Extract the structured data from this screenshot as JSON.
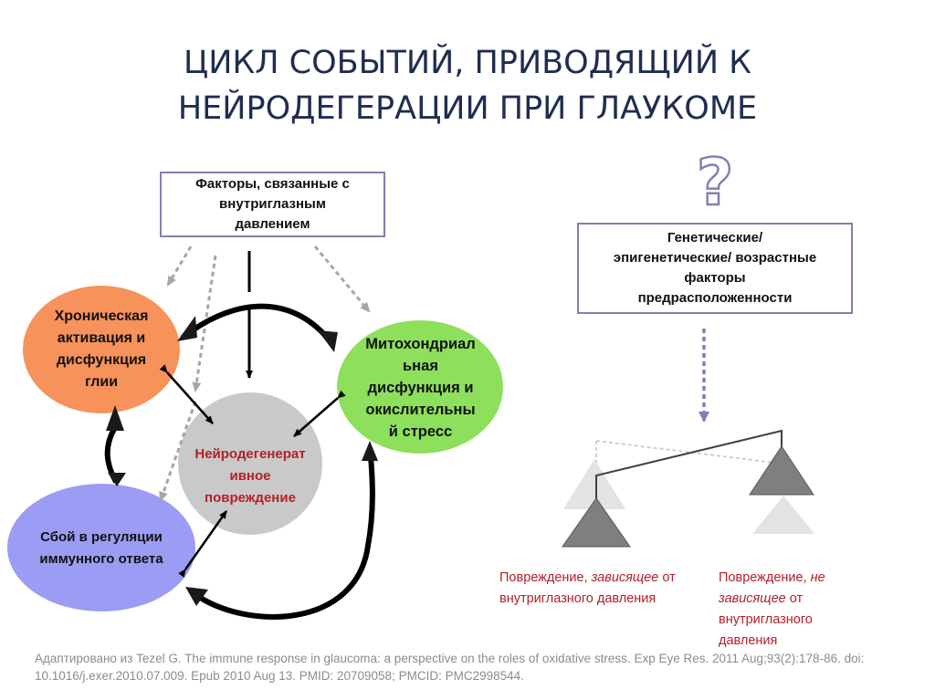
{
  "slide": {
    "title_line1": "ЦИКЛ СОБЫТИЙ, ПРИВОДЯЩИЙ К",
    "title_line2": "НЕЙРОДЕГЕРАЦИИ ПРИ ГЛАУКОМЕ"
  },
  "boxes": {
    "iop_factors": [
      "Факторы, связанные с",
      "внутриглазным",
      "давлением"
    ],
    "genetic_factors": [
      "Генетические/",
      "эпигенетические/ возрастные",
      "факторы",
      "предрасположенности"
    ]
  },
  "nodes": {
    "glia": [
      "Хроническая",
      "активация и",
      "дисфункция",
      "глии"
    ],
    "mito": [
      "Митохондриал",
      "ьная",
      "дисфункция и",
      "окислительны",
      "й стресс"
    ],
    "neuro": [
      "Нейродегенерат",
      "ивное",
      "повреждение"
    ],
    "immune": [
      "Сбой в регуляции",
      "иммунного ответа"
    ]
  },
  "symbols": {
    "question": "?"
  },
  "captions": {
    "left": {
      "part1": "Повреждение, ",
      "italic": "зависящее",
      "part2": " от внутриглазного давления"
    },
    "right": {
      "part1": "Повреждение, ",
      "italic": "не зависящее",
      "part2": " от внутриглазного давления"
    }
  },
  "source": "Адаптировано из Tezel G. The immune response in glaucoma: a perspective on the roles of oxidative stress. Exp Eye Res. 2011 Aug;93(2):178-86. doi: 10.1016/j.exer.2010.07.009. Epub 2010 Aug 13. PMID: 20709058; PMCID: PMC2998544.",
  "colors": {
    "title": "#1f2d4f",
    "glia": "#f6925a",
    "mito": "#8ee05c",
    "neuro": "#c9c9c9",
    "immune": "#9b9cf3",
    "box_border": "#8b7bb0",
    "red_text": "#b3202a",
    "dashed_gray": "#a6a6a6",
    "dashed_purple": "#8a7cb5",
    "triangle_dark": "#7f7f7f",
    "triangle_light": "#e3e3e3",
    "source_text": "#8c8c8c"
  }
}
